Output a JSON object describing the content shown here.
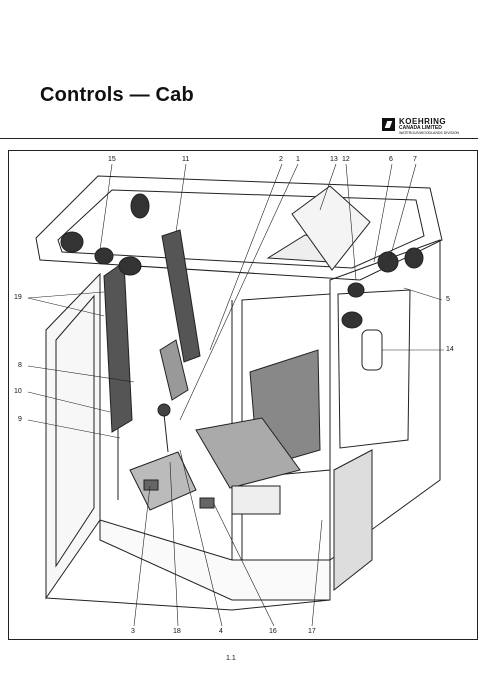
{
  "page": {
    "title": "Controls — Cab",
    "page_number": "1.1"
  },
  "logo": {
    "name": "KOEHRING",
    "subtitle": "CANADA LIMITED",
    "division": "WATEROUS/WOODLANDS DIVISION"
  },
  "callouts": [
    "15",
    "11",
    "2",
    "1",
    "13",
    "12",
    "6",
    "7",
    "19",
    "5",
    "8",
    "14",
    "10",
    "9",
    "3",
    "18",
    "4",
    "16",
    "17"
  ]
}
